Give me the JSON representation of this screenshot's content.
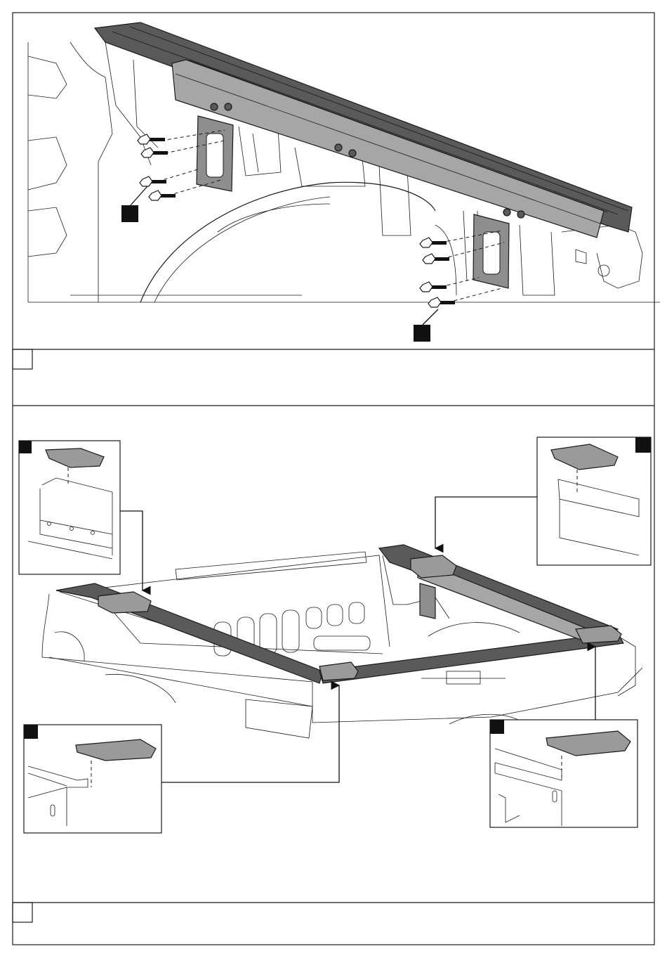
{
  "page": {
    "frame_style": "double-panel installation sheet",
    "colors": {
      "ink": "#1a1a1a",
      "part_fill": "#a6a6a6",
      "marker": "#111111"
    }
  },
  "panels": [
    {
      "name": "step-rail-bolting",
      "callout_markers": [
        "marker-left",
        "marker-right"
      ],
      "step_box_label": "",
      "instruction_text": ""
    },
    {
      "name": "step-clip-placement",
      "callout_markers": [
        "marker-inset-top-left",
        "marker-inset-top-right",
        "marker-inset-bottom-left",
        "marker-inset-bottom-right"
      ],
      "step_box_label": "",
      "instruction_text": ""
    }
  ]
}
